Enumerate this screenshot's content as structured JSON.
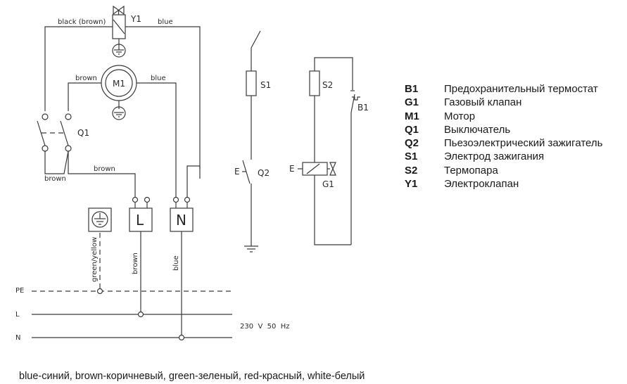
{
  "diagram": {
    "title": "",
    "wire_labels": {
      "black_brown": "black (brown)",
      "blue_top": "blue",
      "brown_motor": "brown",
      "blue_motor": "blue",
      "brown_switch_right": "brown",
      "brown_switch_bottom": "brown",
      "green_yellow": "green/yellow",
      "brown_vertical": "brown",
      "blue_vertical": "blue"
    },
    "components": {
      "y1": "Y1",
      "m1": "M1",
      "q1": "Q1",
      "q2": "Q2",
      "s1": "S1",
      "s2": "S2",
      "b1": "B1",
      "g1": "G1",
      "e_q2": "E",
      "e_g1": "E"
    },
    "terminals": {
      "l": "L",
      "n": "N"
    },
    "mains": {
      "pe": "PE",
      "l": "L",
      "n": "N",
      "supply": "230  V  50  Hz"
    }
  },
  "legend": [
    {
      "code": "B1",
      "description": "Предохранительный термостат"
    },
    {
      "code": "G1",
      "description": "Газовый клапан"
    },
    {
      "code": "M1",
      "description": "Мотор"
    },
    {
      "code": "Q1",
      "description": "Выключатель"
    },
    {
      "code": "Q2",
      "description": "Пьезоэлектрический зажигатель"
    },
    {
      "code": "S1",
      "description": "Электрод зажигания"
    },
    {
      "code": "S2",
      "description": "Термопара"
    },
    {
      "code": "Y1",
      "description": "Электроклапан"
    }
  ],
  "footer": {
    "color_translations": "blue-синий, brown-коричневый, green-зеленый, red-красный, white-белый"
  }
}
